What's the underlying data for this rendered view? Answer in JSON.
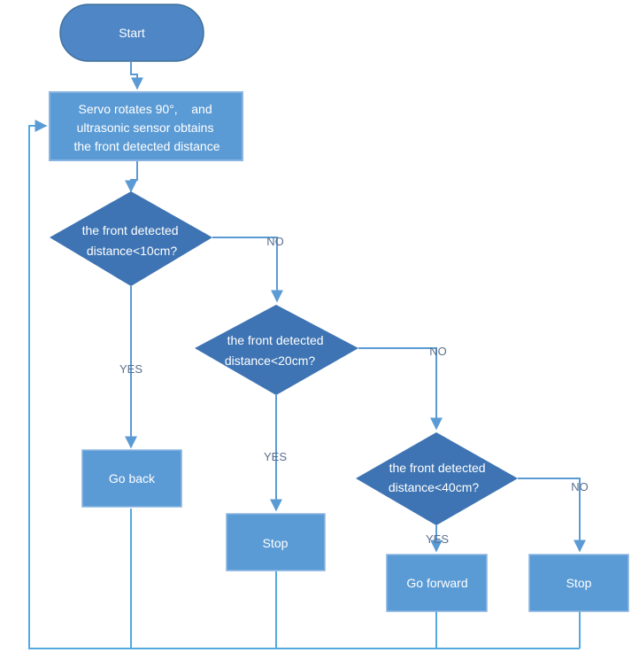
{
  "diagram": {
    "colors": {
      "terminal_fill": "#4e86c6",
      "terminal_stroke": "#41719c",
      "process_fill": "#5b9bd5",
      "process_stroke": "#89b4e0",
      "decision_fill": "#3e74b3",
      "connector": "#5b9bd5",
      "return_line": "#52a9e0"
    },
    "nodes": {
      "start": {
        "lines": [
          "Start"
        ]
      },
      "servo": {
        "lines": [
          "Servo rotates 90°,    and",
          "ultrasonic sensor obtains",
          "the front detected distance"
        ]
      },
      "d10": {
        "lines": [
          "the front detected",
          "distance<10cm?"
        ]
      },
      "d20": {
        "lines": [
          "the front detected",
          "distance<20cm?"
        ]
      },
      "d40": {
        "lines": [
          "the front detected",
          "distance<40cm?"
        ]
      },
      "goback": {
        "lines": [
          "Go back"
        ]
      },
      "stop1": {
        "lines": [
          "Stop"
        ]
      },
      "forward": {
        "lines": [
          "Go forward"
        ]
      },
      "stop2": {
        "lines": [
          "Stop"
        ]
      }
    },
    "edge_labels": {
      "d10_no": "NO",
      "d10_yes": "YES",
      "d20_no": "NO",
      "d20_yes": "YES",
      "d40_no": "NO",
      "d40_yes": "YES"
    }
  }
}
